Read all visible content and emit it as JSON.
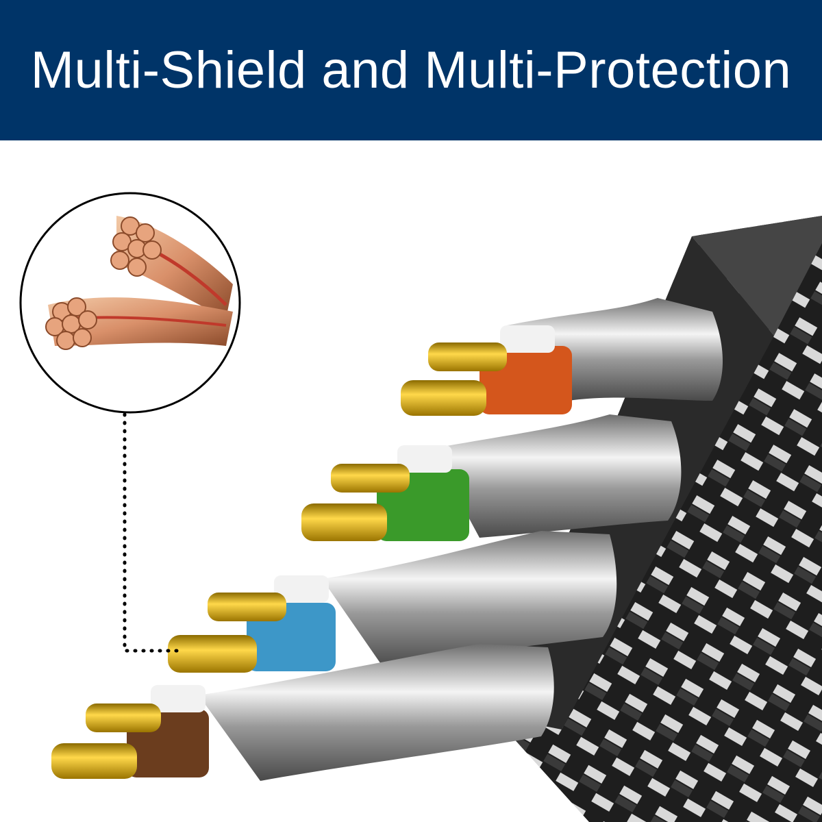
{
  "header": {
    "title": "Multi-Shield and Multi-Protection",
    "background_color": "#003468",
    "text_color": "#ffffff"
  },
  "cable": {
    "jacket_color": "#2b2b2b",
    "braid_light_color": "#d9d9d9",
    "shield_color": "#b8b8b8",
    "conductor_color": "#e8b400",
    "pairs": [
      {
        "name": "orange-pair",
        "insulation_color": "#d4561c"
      },
      {
        "name": "green-pair",
        "insulation_color": "#3a9a2a"
      },
      {
        "name": "blue-pair",
        "insulation_color": "#3d97c8"
      },
      {
        "name": "brown-pair",
        "insulation_color": "#6b3d1e"
      }
    ]
  },
  "callout": {
    "description": "magnified-copper-strands",
    "copper_color": "#d9906a"
  }
}
